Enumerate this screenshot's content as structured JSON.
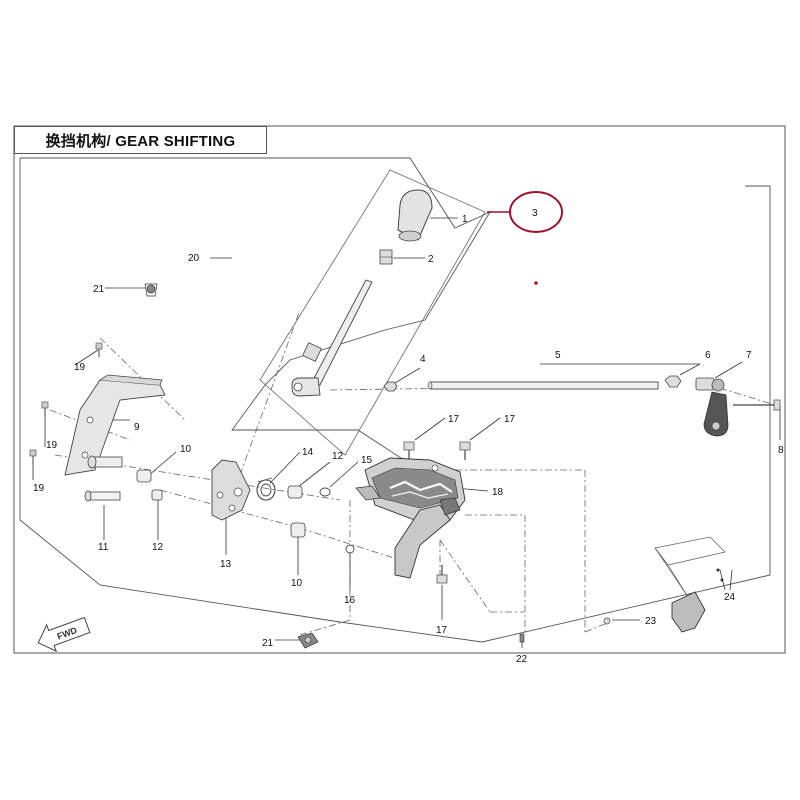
{
  "title": "换挡机构/ GEAR SHIFTING",
  "fwd_label": "FWD",
  "highlight_color": "#a0102a",
  "callouts": [
    {
      "id": "c1",
      "label": "1"
    },
    {
      "id": "c2",
      "label": "2"
    },
    {
      "id": "c3",
      "label": "3"
    },
    {
      "id": "c4",
      "label": "4"
    },
    {
      "id": "c5",
      "label": "5"
    },
    {
      "id": "c6",
      "label": "6"
    },
    {
      "id": "c7",
      "label": "7"
    },
    {
      "id": "c8",
      "label": "8"
    },
    {
      "id": "c9",
      "label": "9"
    },
    {
      "id": "c10a",
      "label": "10"
    },
    {
      "id": "c10b",
      "label": "10"
    },
    {
      "id": "c11",
      "label": "11"
    },
    {
      "id": "c12a",
      "label": "12"
    },
    {
      "id": "c12b",
      "label": "12"
    },
    {
      "id": "c13",
      "label": "13"
    },
    {
      "id": "c14",
      "label": "14"
    },
    {
      "id": "c15",
      "label": "15"
    },
    {
      "id": "c16",
      "label": "16"
    },
    {
      "id": "c17a",
      "label": "17"
    },
    {
      "id": "c17b",
      "label": "17"
    },
    {
      "id": "c17c",
      "label": "17"
    },
    {
      "id": "c18",
      "label": "18"
    },
    {
      "id": "c19a",
      "label": "19"
    },
    {
      "id": "c19b",
      "label": "19"
    },
    {
      "id": "c19c",
      "label": "19"
    },
    {
      "id": "c20",
      "label": "20"
    },
    {
      "id": "c21a",
      "label": "21"
    },
    {
      "id": "c21b",
      "label": "21"
    },
    {
      "id": "c22",
      "label": "22"
    },
    {
      "id": "c23",
      "label": "23"
    },
    {
      "id": "c24",
      "label": "24"
    }
  ]
}
